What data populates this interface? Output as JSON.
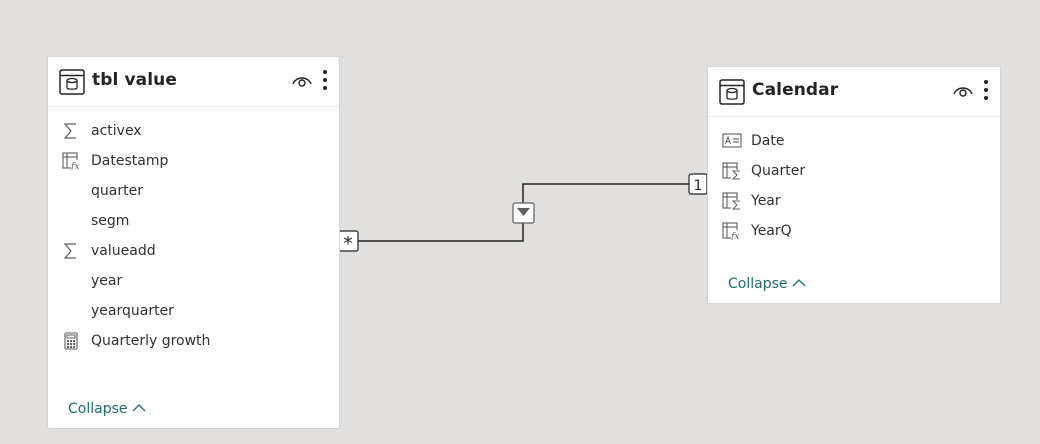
{
  "tables": [
    {
      "name": "tbl value",
      "fields": [
        {
          "label": "activex",
          "icon": "sigma-icon"
        },
        {
          "label": "Datestamp",
          "icon": "calculated-column-icon"
        },
        {
          "label": "quarter",
          "icon": ""
        },
        {
          "label": "segm",
          "icon": ""
        },
        {
          "label": "valueadd",
          "icon": "sigma-icon"
        },
        {
          "label": "year",
          "icon": ""
        },
        {
          "label": "yearquarter",
          "icon": ""
        },
        {
          "label": "Quarterly growth",
          "icon": "measure-calculator-icon"
        }
      ],
      "collapse_label": "Collapse"
    },
    {
      "name": "Calendar",
      "fields": [
        {
          "label": "Date",
          "icon": "text-field-icon"
        },
        {
          "label": "Quarter",
          "icon": "hierarchy-sum-icon"
        },
        {
          "label": "Year",
          "icon": "hierarchy-sum-icon"
        },
        {
          "label": "YearQ",
          "icon": "calculated-column-icon"
        }
      ],
      "collapse_label": "Collapse"
    }
  ],
  "relationship": {
    "many_side_label": "*",
    "one_side_label": "1",
    "filter_direction": "single",
    "from_table": "tbl value",
    "to_table": "Calendar"
  },
  "colors": {
    "canvas": "#e1e0de",
    "card": "#ffffff",
    "collapse_text": "#1f6e6b",
    "line": "#252423"
  }
}
